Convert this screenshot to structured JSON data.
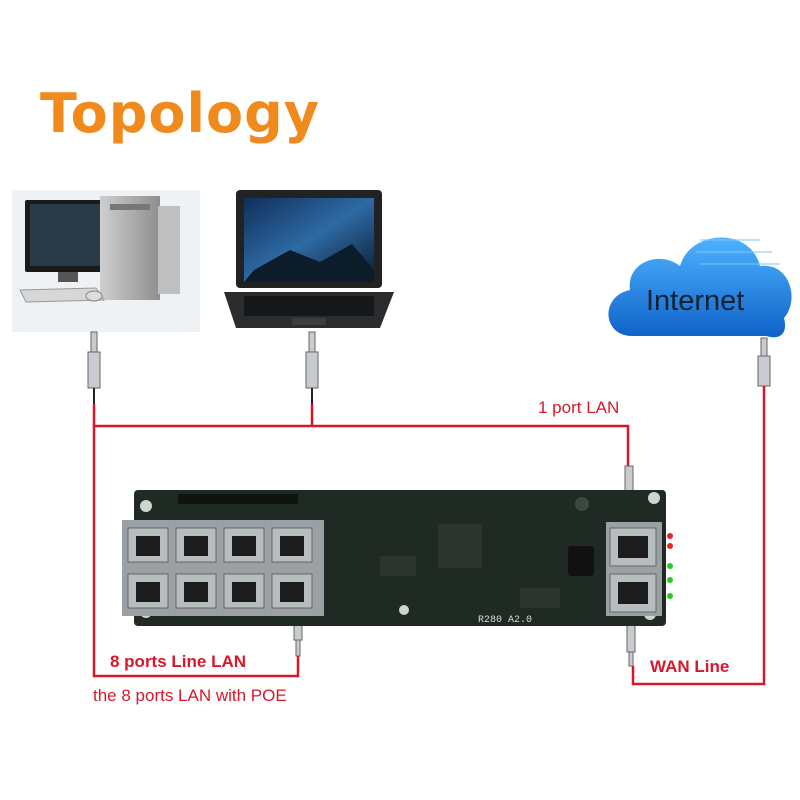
{
  "title": "Topology",
  "labels": {
    "one_port_lan": "1 port  LAN",
    "eight_ports_line_lan": "8 ports Line  LAN",
    "eight_ports_lan_poe": "the 8 ports LAN with POE",
    "wan_line": "WAN  Line"
  },
  "cloud": {
    "label": "Internet"
  },
  "board": {
    "silkscreen": "R280 A2.0"
  },
  "colors": {
    "title": "#f08a1c",
    "line": "#d8182a",
    "cloud": "#1a7fe0",
    "board": "#1f2a24"
  }
}
